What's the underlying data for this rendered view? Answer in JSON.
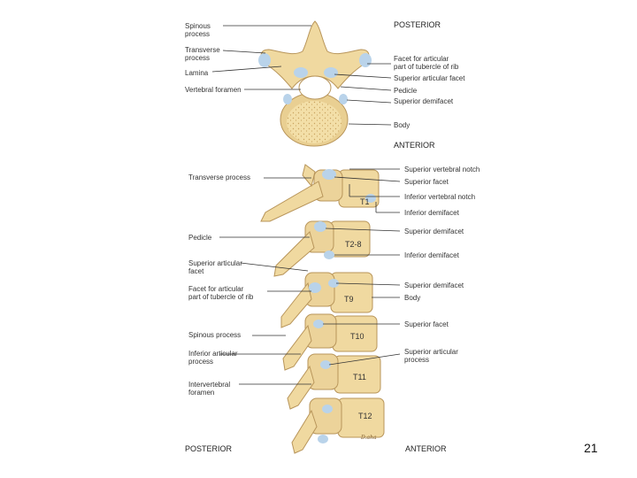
{
  "superior_view": {
    "left_labels": {
      "spinous_process": "Spinous\nprocess",
      "transverse_process": "Transverse\nprocess",
      "lamina": "Lamina",
      "vertebral_foramen": "Vertebral foramen"
    },
    "right_labels": {
      "posterior": "POSTERIOR",
      "facet_tubercle": "Facet for articular\npart of tubercle of rib",
      "superior_articular_facet": "Superior articular facet",
      "pedicle": "Pedicle",
      "superior_demifacet": "Superior demifacet",
      "body": "Body",
      "anterior": "ANTERIOR"
    }
  },
  "lateral_view": {
    "left_labels": {
      "transverse_process": "Transverse process",
      "pedicle": "Pedicle",
      "superior_articular_facet": "Superior articular\nfacet",
      "facet_tubercle": "Facet for articular\npart of tubercle of rib",
      "spinous_process": "Spinous process",
      "inferior_articular_process": "Inferior articular\nprocess",
      "intervertebral_foramen": "Intervertebral\nforamen"
    },
    "right_labels": {
      "superior_vertebral_notch": "Superior vertebral notch",
      "superior_facet_1": "Superior facet",
      "inferior_vertebral_notch": "Inferior vertebral notch",
      "inferior_demifacet_1": "Inferior demifacet",
      "superior_demifacet_1": "Superior demifacet",
      "inferior_demifacet_2": "Inferior demifacet",
      "superior_demifacet_2": "Superior demifacet",
      "body": "Body",
      "superior_facet_2": "Superior facet",
      "superior_articular_process": "Superior articular\nprocess"
    },
    "vertebra_labels": {
      "t1": "T1",
      "t2_8": "T2-8",
      "t9": "T9",
      "t10": "T10",
      "t11": "T11",
      "t12": "T12"
    },
    "posterior": "POSTERIOR",
    "anterior": "ANTERIOR",
    "signature": "D.aha"
  },
  "page_number": "21",
  "colors": {
    "bone": "#f0d9a0",
    "bone_shade": "#d9b875",
    "facet": "#b9d3ea",
    "line": "#333333"
  }
}
